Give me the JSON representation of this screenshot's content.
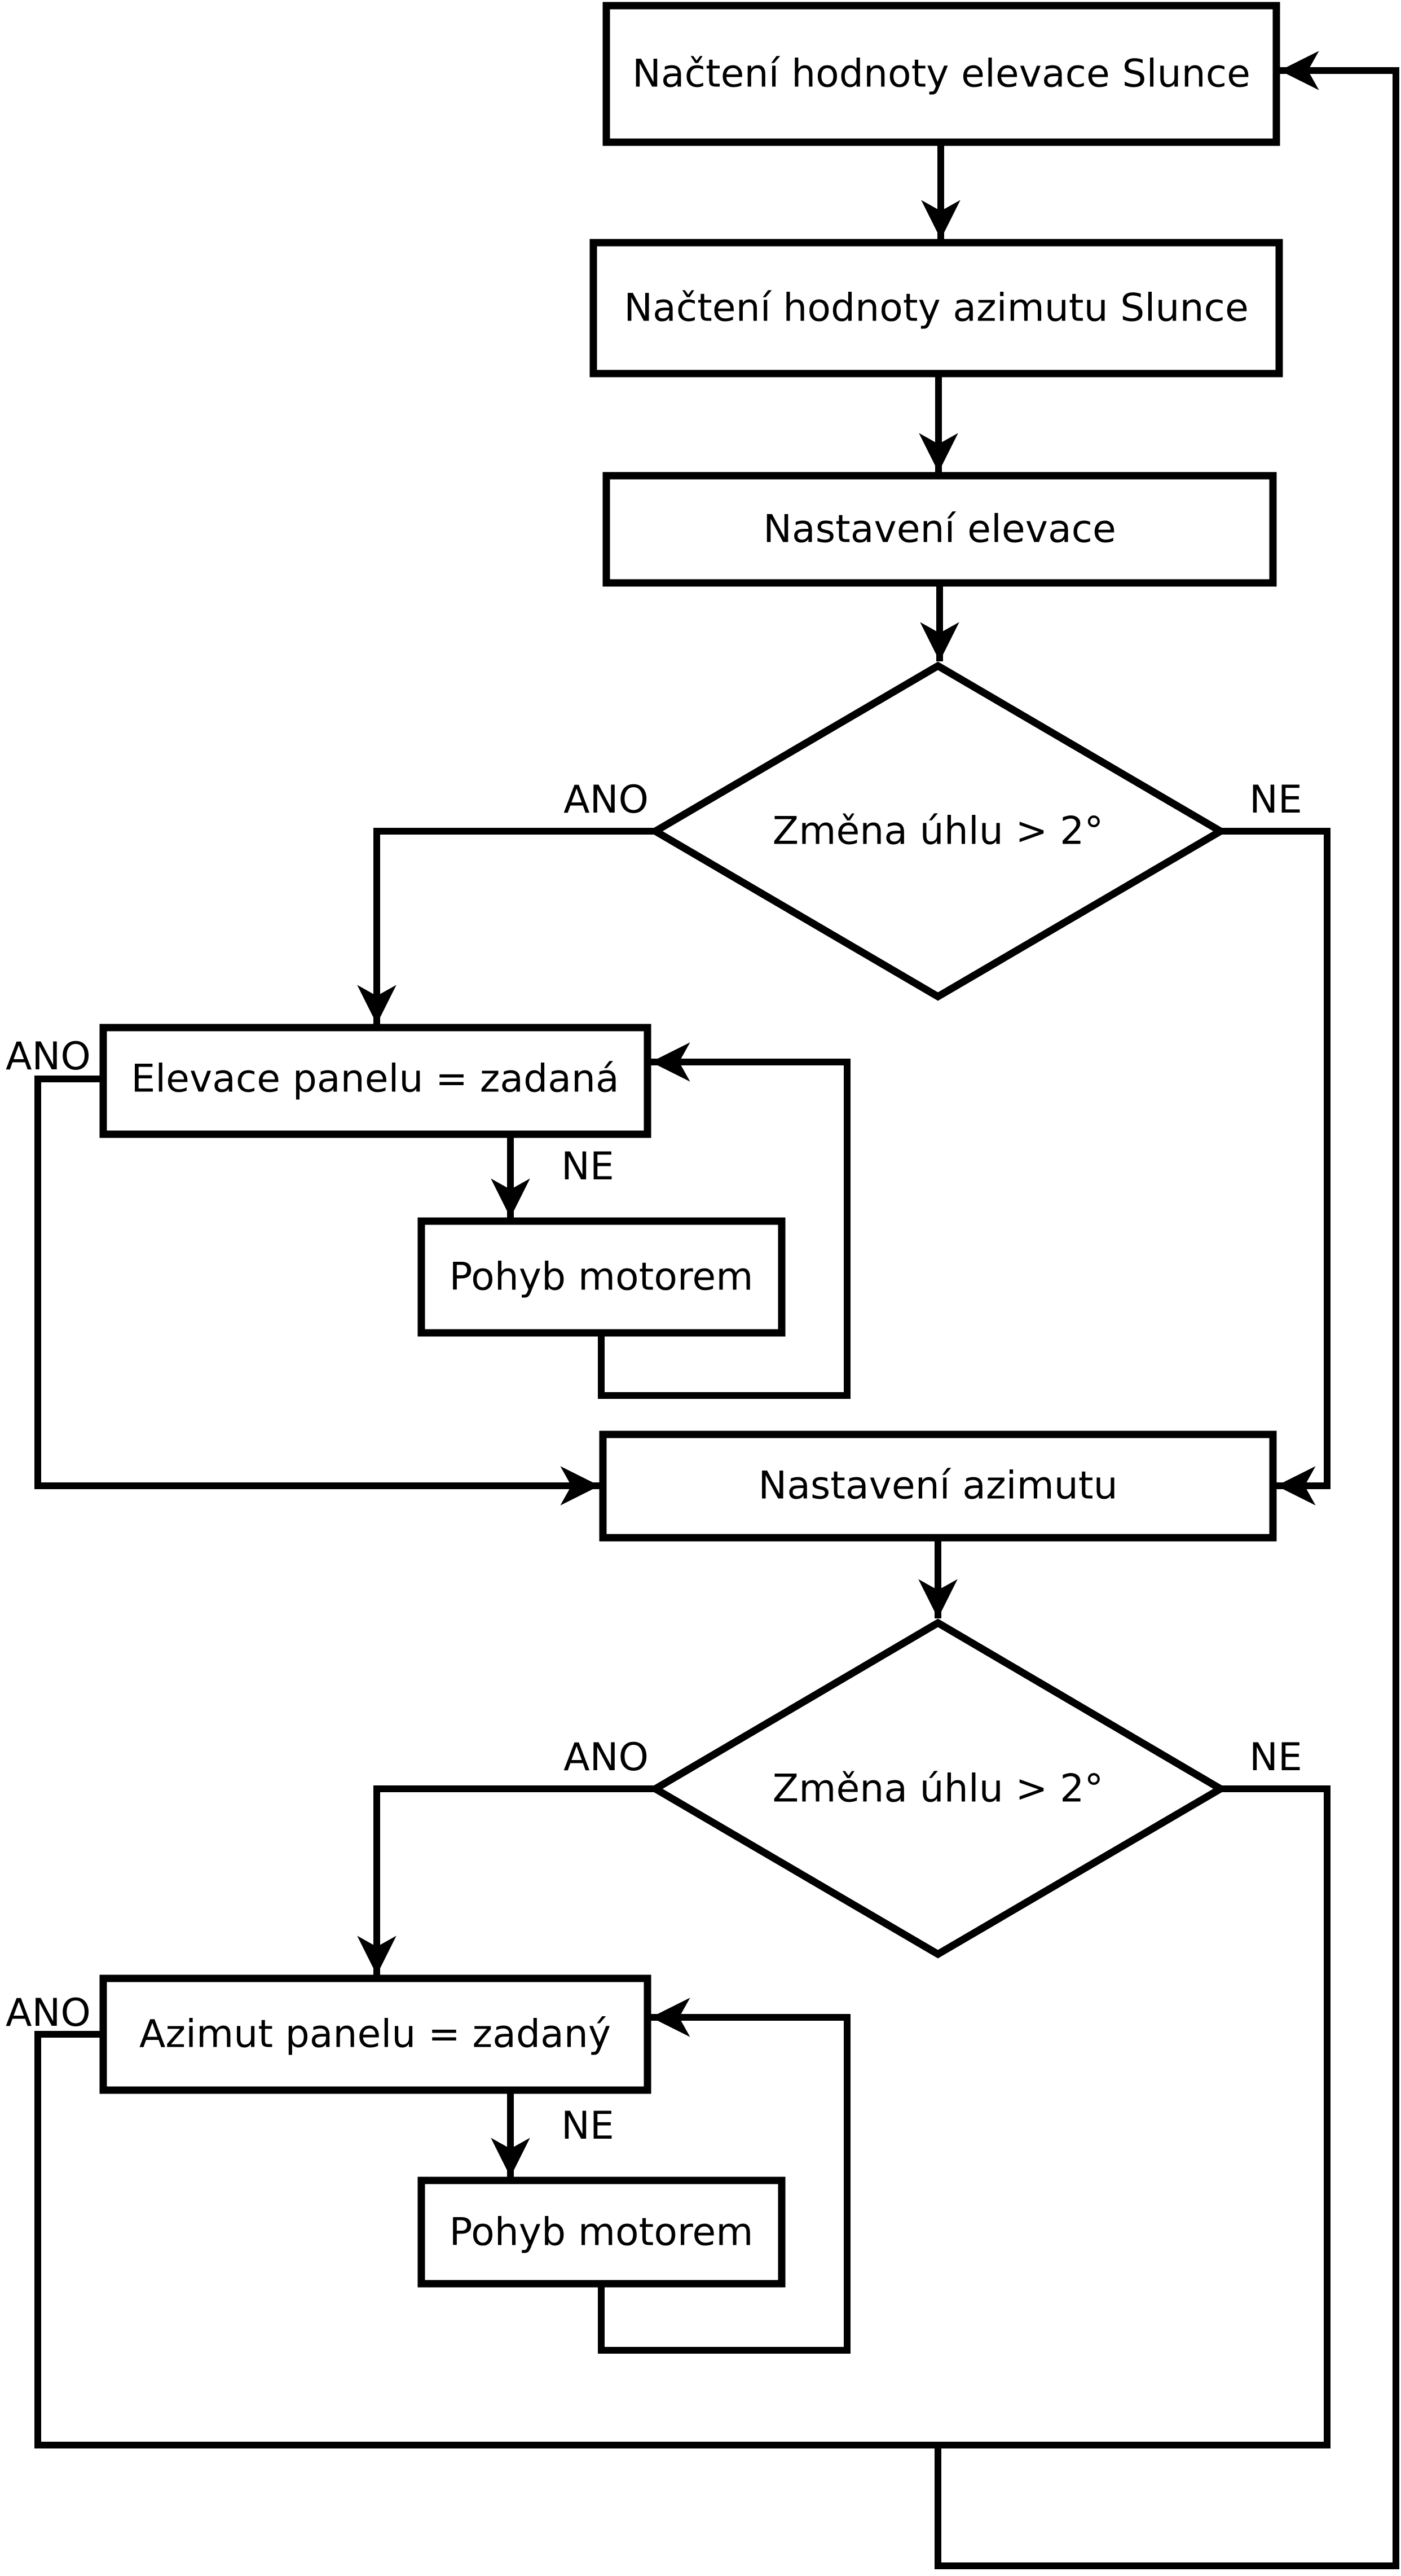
{
  "flowchart": {
    "colors": {
      "stroke": "#000000",
      "node_fill": "#ffffff",
      "background": "#ffffff"
    },
    "nodes": [
      {
        "id": "load-elevation",
        "type": "process",
        "label": "Načtení hodnoty elevace Slunce"
      },
      {
        "id": "load-azimuth",
        "type": "process",
        "label": "Načtení hodnoty azimutu Slunce"
      },
      {
        "id": "set-elevation",
        "type": "process",
        "label": "Nastavení elevace"
      },
      {
        "id": "decision-elevation",
        "type": "decision",
        "label": "Změna úhlu > 2°"
      },
      {
        "id": "elevation-equals-set",
        "type": "process",
        "label": "Elevace panelu = zadaná"
      },
      {
        "id": "motor-move-elevation",
        "type": "process",
        "label": "Pohyb motorem"
      },
      {
        "id": "set-azimuth",
        "type": "process",
        "label": "Nastavení azimutu"
      },
      {
        "id": "decision-azimuth",
        "type": "decision",
        "label": "Změna úhlu > 2°"
      },
      {
        "id": "azimuth-equals-set",
        "type": "process",
        "label": "Azimut panelu = zadaný"
      },
      {
        "id": "motor-move-azimuth",
        "type": "process",
        "label": "Pohyb motorem"
      }
    ],
    "edge_labels": [
      {
        "id": "decision-elevation-yes",
        "text": "ANO"
      },
      {
        "id": "decision-elevation-no",
        "text": "NE"
      },
      {
        "id": "elevation-reached-yes",
        "text": "ANO"
      },
      {
        "id": "elevation-reached-no",
        "text": "NE"
      },
      {
        "id": "decision-azimuth-yes",
        "text": "ANO"
      },
      {
        "id": "decision-azimuth-no",
        "text": "NE"
      },
      {
        "id": "azimuth-reached-yes",
        "text": "ANO"
      },
      {
        "id": "azimuth-reached-no",
        "text": "NE"
      }
    ]
  }
}
